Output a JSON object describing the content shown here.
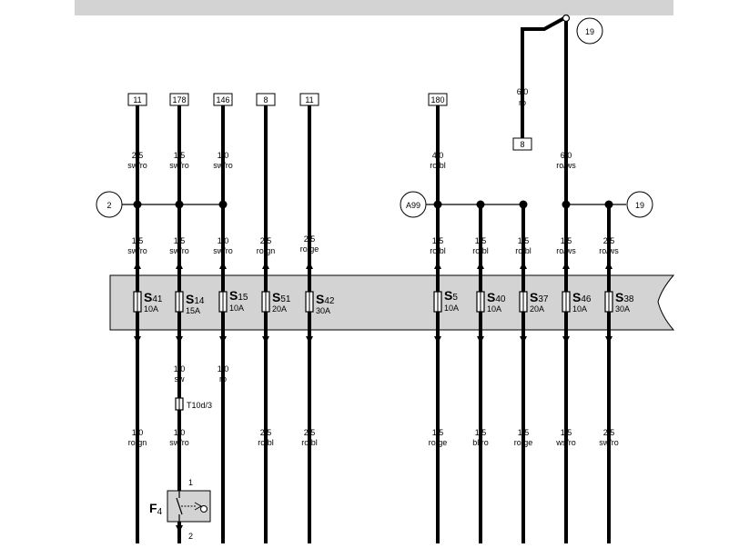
{
  "connectors": {
    "top": [
      "11",
      "178",
      "146",
      "8",
      "11",
      "180"
    ],
    "mid": "8"
  },
  "circles": {
    "left": "2",
    "a99": "A99",
    "right": "19",
    "top": "19"
  },
  "top_wire_labels": [
    {
      "size": "2.5",
      "color": "sw/ro"
    },
    {
      "size": "1.5",
      "color": "sw/ro"
    },
    {
      "size": "1.0",
      "color": "sw/ro"
    },
    {
      "size": "4.0",
      "color": "ro/bl"
    },
    {
      "size": "6.0",
      "color": "ro"
    },
    {
      "size": "6.0",
      "color": "ro/ws"
    }
  ],
  "upper_labels": [
    {
      "size": "1.5",
      "color": "sw/ro"
    },
    {
      "size": "1.5",
      "color": "sw/ro"
    },
    {
      "size": "1.0",
      "color": "sw/ro"
    },
    {
      "size": "2.5",
      "color": "ro/gn"
    },
    {
      "size": "2.5",
      "color": "ro/ge"
    },
    {
      "size": "1.5",
      "color": "ro/bl"
    },
    {
      "size": "1.5",
      "color": "ro/bl"
    },
    {
      "size": "1.5",
      "color": "ro/bl"
    },
    {
      "size": "1.5",
      "color": "ro/ws"
    },
    {
      "size": "2.5",
      "color": "ro/ws"
    }
  ],
  "fuses": [
    {
      "name": "S",
      "num": "41",
      "amp": "10A"
    },
    {
      "name": "S",
      "num": "14",
      "amp": "15A"
    },
    {
      "name": "S",
      "num": "15",
      "amp": "10A"
    },
    {
      "name": "S",
      "num": "51",
      "amp": "20A"
    },
    {
      "name": "S",
      "num": "42",
      "amp": "30A"
    },
    {
      "name": "S",
      "num": "5",
      "amp": "10A"
    },
    {
      "name": "S",
      "num": "40",
      "amp": "10A"
    },
    {
      "name": "S",
      "num": "37",
      "amp": "20A"
    },
    {
      "name": "S",
      "num": "46",
      "amp": "10A"
    },
    {
      "name": "S",
      "num": "38",
      "amp": "30A"
    }
  ],
  "mid_labels": [
    {
      "size": "1.0",
      "color": "sw"
    },
    {
      "size": "1.0",
      "color": "ro"
    }
  ],
  "t10d": "T10d/3",
  "lower_labels": [
    {
      "size": "1.0",
      "color": "ro/gn"
    },
    {
      "size": "1.0",
      "color": "sw/ro"
    },
    {
      "size": "2.5",
      "color": "ro/bl"
    },
    {
      "size": "2.5",
      "color": "ro/bl"
    },
    {
      "size": "1.5",
      "color": "ro/ge"
    },
    {
      "size": "1.5",
      "color": "bl/ro"
    },
    {
      "size": "1.5",
      "color": "ro/ge"
    },
    {
      "size": "1.5",
      "color": "ws/ro"
    },
    {
      "size": "2.5",
      "color": "sw/ro"
    }
  ],
  "switch": {
    "name": "F",
    "sub": "4",
    "pin1": "1",
    "pin2": "2"
  }
}
